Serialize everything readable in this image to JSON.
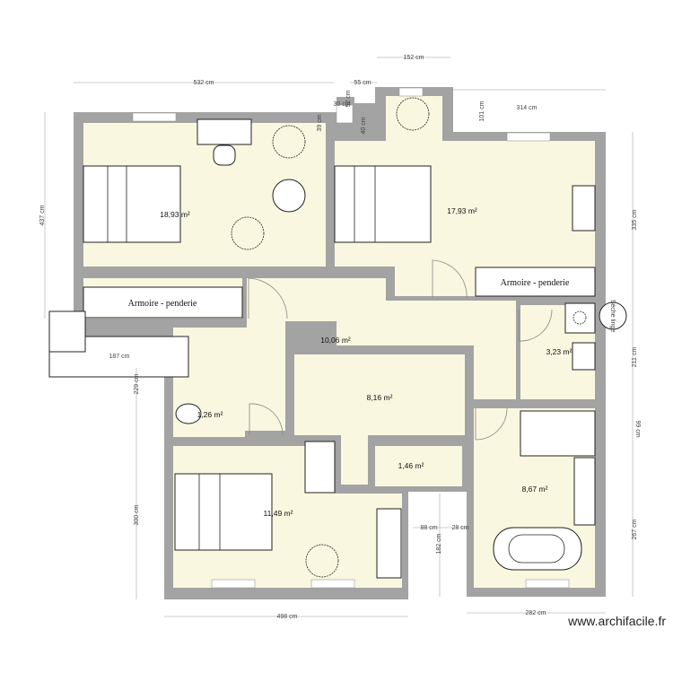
{
  "colors": {
    "wall": "#a3a3a3",
    "room": "#f9f7df"
  },
  "rooms": [
    {
      "area": "18,93 m²"
    },
    {
      "area": "17,93 m²"
    },
    {
      "area": "10,06 m²"
    },
    {
      "area": "8,16 m²"
    },
    {
      "area": "3,23 m²"
    },
    {
      "area": "1,26 m²"
    },
    {
      "area": "1,46 m²"
    },
    {
      "area": "11,49 m²"
    },
    {
      "area": "8,67 m²"
    }
  ],
  "dimensions": {
    "d532": "532 cm",
    "d152": "152 cm",
    "d55": "55 cm",
    "d30": "30 cm",
    "d52": "52 cm",
    "d39": "39 cm",
    "d40": "40 cm",
    "d101": "101 cm",
    "d314": "314 cm",
    "d437": "437 cm",
    "d335": "335 cm",
    "d187": "187 cm",
    "d229": "229 cm",
    "d211": "211 cm",
    "d99": "99 cm",
    "d300": "300 cm",
    "d267": "267 cm",
    "d88": "88 cm",
    "d28": "28 cm",
    "d182": "182 cm",
    "d498": "498 cm",
    "d282": "282 cm"
  },
  "furniture": {
    "armoire1": "Armoire - penderie",
    "armoire2": "Armoire - penderie",
    "dryer": "Sèche linge"
  },
  "watermark": "www.archifacile.fr"
}
